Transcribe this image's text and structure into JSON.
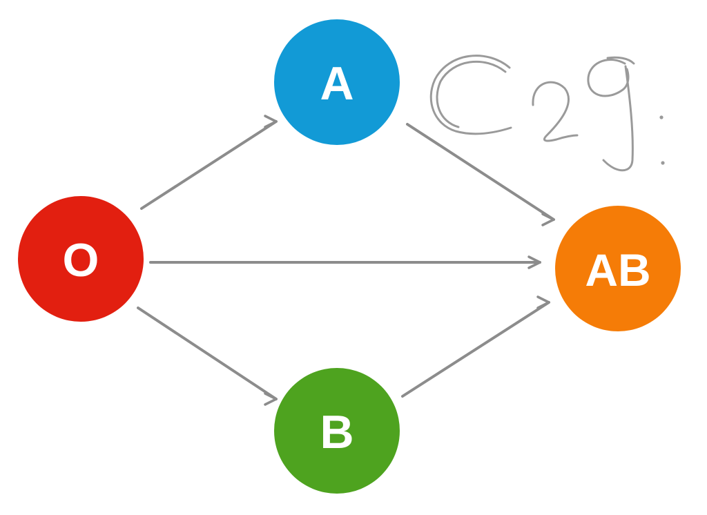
{
  "diagram": {
    "nodes": [
      {
        "id": "O",
        "label": "O",
        "color": "#e21f10"
      },
      {
        "id": "A",
        "label": "A",
        "color": "#129ad6"
      },
      {
        "id": "B",
        "label": "B",
        "color": "#4ea31f"
      },
      {
        "id": "AB",
        "label": "AB",
        "color": "#f57c07"
      }
    ],
    "edges": [
      {
        "from": "O",
        "to": "A"
      },
      {
        "from": "O",
        "to": "AB"
      },
      {
        "from": "O",
        "to": "B"
      },
      {
        "from": "A",
        "to": "AB"
      },
      {
        "from": "B",
        "to": "AB"
      }
    ],
    "annotation": "C29:",
    "edge_color": "#8c8c8c",
    "annotation_color": "#9a9a9a"
  }
}
